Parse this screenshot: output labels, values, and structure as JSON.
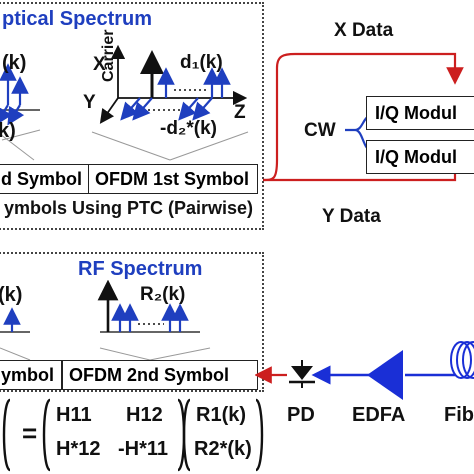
{
  "top_panel": {
    "title": "ptical Spectrum",
    "partial_label": "(k)",
    "partial_label_2": "k)",
    "axis_x": "X",
    "axis_y": "Y",
    "axis_z": "Z",
    "carrier": "Carrier",
    "d1": "d₁(k)",
    "d2": "-d₂*(k)",
    "symbol_left": "d Symbol",
    "symbol_right": "OFDM 1st Symbol",
    "caption": "ymbols Using PTC (Pairwise)"
  },
  "transmitter": {
    "x_data": "X Data",
    "y_data": "Y Data",
    "cw": "CW",
    "modulator_top": "I/Q Modul",
    "modulator_bottom": "I/Q Modul"
  },
  "bottom_panel": {
    "title": "RF Spectrum",
    "partial_label": "(k)",
    "r2": "R₂(k)",
    "symbol_left": "ymbol",
    "symbol_right": "OFDM 2nd Symbol"
  },
  "receiver": {
    "pd": "PD",
    "edfa": "EDFA",
    "fiber": "Fib"
  },
  "matrix": {
    "equals": "=",
    "h11": "H11",
    "h12": "H12",
    "h21": "H*12",
    "h22": "-H*11",
    "r1": "R1(k)",
    "r2": "R2*(k)"
  },
  "colors": {
    "title_blue": "#1f3fbf",
    "arrow_blue": "#1f3fbf",
    "signal_red": "#cc1f1f",
    "fiber_blue": "#1a2fd6"
  }
}
